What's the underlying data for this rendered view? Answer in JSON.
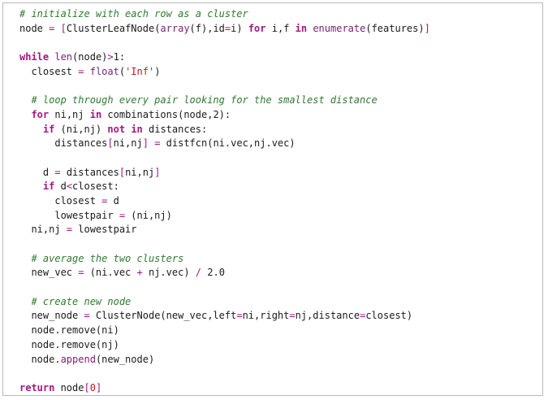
{
  "code": {
    "lines": [
      [
        {
          "t": "# initialize with each row as a cluster",
          "c": "cm"
        }
      ],
      [
        {
          "t": "node ",
          "c": ""
        },
        {
          "t": "=",
          "c": "op"
        },
        {
          "t": " ",
          "c": ""
        },
        {
          "t": "[",
          "c": "op"
        },
        {
          "t": "ClusterLeafNode(",
          "c": ""
        },
        {
          "t": "array",
          "c": "bi"
        },
        {
          "t": "(f),id",
          "c": ""
        },
        {
          "t": "=",
          "c": "op"
        },
        {
          "t": "i) ",
          "c": ""
        },
        {
          "t": "for",
          "c": "kw"
        },
        {
          "t": " i,f ",
          "c": ""
        },
        {
          "t": "in",
          "c": "kw"
        },
        {
          "t": " ",
          "c": ""
        },
        {
          "t": "enumerate",
          "c": "bi"
        },
        {
          "t": "(features)",
          "c": ""
        },
        {
          "t": "]",
          "c": "op"
        }
      ],
      [
        {
          "t": "",
          "c": ""
        }
      ],
      [
        {
          "t": "while",
          "c": "kw"
        },
        {
          "t": " ",
          "c": ""
        },
        {
          "t": "len",
          "c": "bi"
        },
        {
          "t": "(node)",
          "c": ""
        },
        {
          "t": ">",
          "c": "op"
        },
        {
          "t": "1:",
          "c": ""
        }
      ],
      [
        {
          "t": "  closest ",
          "c": ""
        },
        {
          "t": "=",
          "c": "op"
        },
        {
          "t": " ",
          "c": ""
        },
        {
          "t": "float",
          "c": "bi"
        },
        {
          "t": "(",
          "c": ""
        },
        {
          "t": "'Inf'",
          "c": "str"
        },
        {
          "t": ")",
          "c": ""
        }
      ],
      [
        {
          "t": "",
          "c": ""
        }
      ],
      [
        {
          "t": "  ",
          "c": ""
        },
        {
          "t": "# loop through every pair looking for the smallest distance",
          "c": "cm"
        }
      ],
      [
        {
          "t": "  ",
          "c": ""
        },
        {
          "t": "for",
          "c": "kw"
        },
        {
          "t": " ni,nj ",
          "c": ""
        },
        {
          "t": "in",
          "c": "kw"
        },
        {
          "t": " combinations(node,2):",
          "c": ""
        }
      ],
      [
        {
          "t": "    ",
          "c": ""
        },
        {
          "t": "if",
          "c": "kw"
        },
        {
          "t": " (ni,nj) ",
          "c": ""
        },
        {
          "t": "not",
          "c": "kw"
        },
        {
          "t": " ",
          "c": ""
        },
        {
          "t": "in",
          "c": "kw"
        },
        {
          "t": " distances:",
          "c": ""
        }
      ],
      [
        {
          "t": "      distances",
          "c": ""
        },
        {
          "t": "[",
          "c": "op"
        },
        {
          "t": "ni,nj",
          "c": ""
        },
        {
          "t": "]",
          "c": "op"
        },
        {
          "t": " ",
          "c": ""
        },
        {
          "t": "=",
          "c": "op"
        },
        {
          "t": " distfcn(ni.vec,nj.vec)",
          "c": ""
        }
      ],
      [
        {
          "t": "",
          "c": ""
        }
      ],
      [
        {
          "t": "    d ",
          "c": ""
        },
        {
          "t": "=",
          "c": "op"
        },
        {
          "t": " distances",
          "c": ""
        },
        {
          "t": "[",
          "c": "op"
        },
        {
          "t": "ni,nj",
          "c": ""
        },
        {
          "t": "]",
          "c": "op"
        }
      ],
      [
        {
          "t": "    ",
          "c": ""
        },
        {
          "t": "if",
          "c": "kw"
        },
        {
          "t": " d",
          "c": ""
        },
        {
          "t": "<",
          "c": "op"
        },
        {
          "t": "closest:",
          "c": ""
        }
      ],
      [
        {
          "t": "      closest ",
          "c": ""
        },
        {
          "t": "=",
          "c": "op"
        },
        {
          "t": " d",
          "c": ""
        }
      ],
      [
        {
          "t": "      lowestpair ",
          "c": ""
        },
        {
          "t": "=",
          "c": "op"
        },
        {
          "t": " (ni,nj)",
          "c": ""
        }
      ],
      [
        {
          "t": "  ni,nj ",
          "c": ""
        },
        {
          "t": "=",
          "c": "op"
        },
        {
          "t": " lowestpair",
          "c": ""
        }
      ],
      [
        {
          "t": "",
          "c": ""
        }
      ],
      [
        {
          "t": "  ",
          "c": ""
        },
        {
          "t": "# average the two clusters",
          "c": "cm"
        }
      ],
      [
        {
          "t": "  new_vec ",
          "c": ""
        },
        {
          "t": "=",
          "c": "op"
        },
        {
          "t": " (ni.vec ",
          "c": ""
        },
        {
          "t": "+",
          "c": "op"
        },
        {
          "t": " nj.vec) ",
          "c": ""
        },
        {
          "t": "/",
          "c": "op"
        },
        {
          "t": " 2.0",
          "c": ""
        }
      ],
      [
        {
          "t": "",
          "c": ""
        }
      ],
      [
        {
          "t": "  ",
          "c": ""
        },
        {
          "t": "# create new node",
          "c": "cm"
        }
      ],
      [
        {
          "t": "  new_node ",
          "c": ""
        },
        {
          "t": "=",
          "c": "op"
        },
        {
          "t": " ClusterNode(new_vec,left",
          "c": ""
        },
        {
          "t": "=",
          "c": "op"
        },
        {
          "t": "ni,right",
          "c": ""
        },
        {
          "t": "=",
          "c": "op"
        },
        {
          "t": "nj,distance",
          "c": ""
        },
        {
          "t": "=",
          "c": "op"
        },
        {
          "t": "closest)",
          "c": ""
        }
      ],
      [
        {
          "t": "  node.remove(ni)",
          "c": ""
        }
      ],
      [
        {
          "t": "  node.remove(nj)",
          "c": ""
        }
      ],
      [
        {
          "t": "  node.",
          "c": ""
        },
        {
          "t": "append",
          "c": "bi"
        },
        {
          "t": "(new_node)",
          "c": ""
        }
      ],
      [
        {
          "t": "",
          "c": ""
        }
      ],
      [
        {
          "t": "return",
          "c": "kw"
        },
        {
          "t": " node",
          "c": ""
        },
        {
          "t": "[",
          "c": "op"
        },
        {
          "t": "0",
          "c": "str"
        },
        {
          "t": "]",
          "c": "op"
        }
      ]
    ]
  }
}
